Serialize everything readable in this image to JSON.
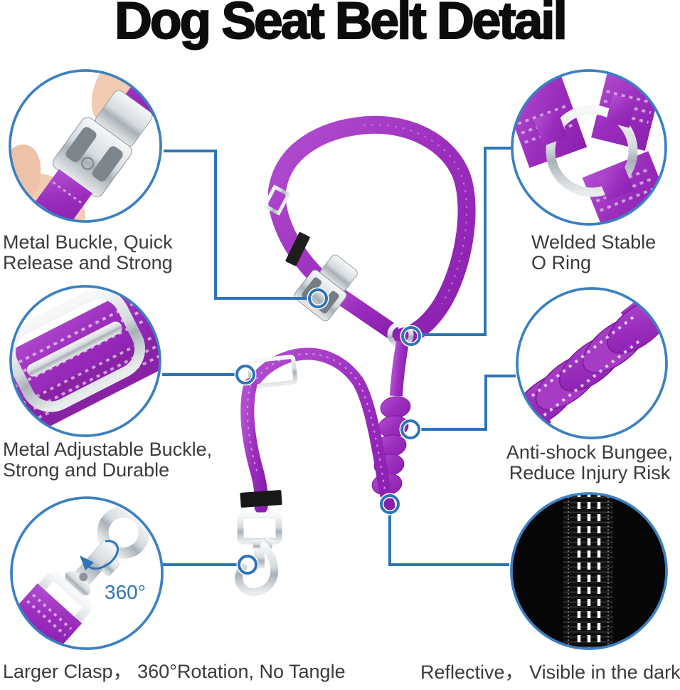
{
  "title": "Dog Seat Belt Detail",
  "colors": {
    "accent_blue": "#2e75b6",
    "strap_purple": "#9c2ebe",
    "title_black": "#0c0c0c",
    "caption_gray": "#3b3b3b"
  },
  "callouts": [
    {
      "name": "metal-buckle",
      "caption": "Metal Buckle, Quick\nRelease and Strong",
      "icon": "quick-release-buckle-photo"
    },
    {
      "name": "welded-o-ring",
      "caption": "Welded Stable\nO Ring",
      "icon": "o-ring-photo"
    },
    {
      "name": "metal-adjustable-buckle",
      "caption": "Metal Adjustable Buckle,\nStrong and Durable",
      "icon": "slider-buckle-photo"
    },
    {
      "name": "anti-shock-bungee",
      "caption": "Anti-shock Bungee,\nReduce Injury Risk",
      "icon": "bungee-coil-photo"
    },
    {
      "name": "larger-clasp",
      "caption": "Larger Clasp， 360°Rotation, No Tangle",
      "badge": "360°",
      "icon": "snap-hook-photo"
    },
    {
      "name": "reflective",
      "caption": "Reflective， Visible in the dark",
      "icon": "reflective-stitching-photo"
    }
  ],
  "product": {
    "name": "dog seat belt with collar, bungee leash and clasps"
  }
}
